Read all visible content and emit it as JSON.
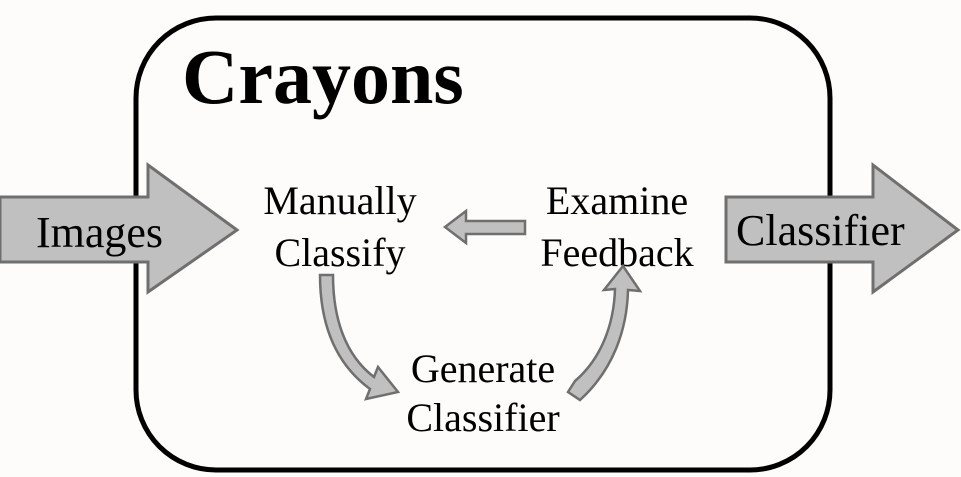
{
  "diagram": {
    "title": "Crayons",
    "input_label": "Images",
    "output_label": "Classifier",
    "steps": {
      "manual": {
        "line1": "Manually",
        "line2": "Classify"
      },
      "feedback": {
        "line1": "Examine",
        "line2": "Feedback"
      },
      "generate": {
        "line1": "Generate",
        "line2": "Classifier"
      }
    },
    "colors": {
      "background": "#fdfcfa",
      "stroke": "#000000",
      "arrow_fill": "#c0c0c0",
      "arrow_stroke": "#707070",
      "text": "#000000"
    }
  }
}
